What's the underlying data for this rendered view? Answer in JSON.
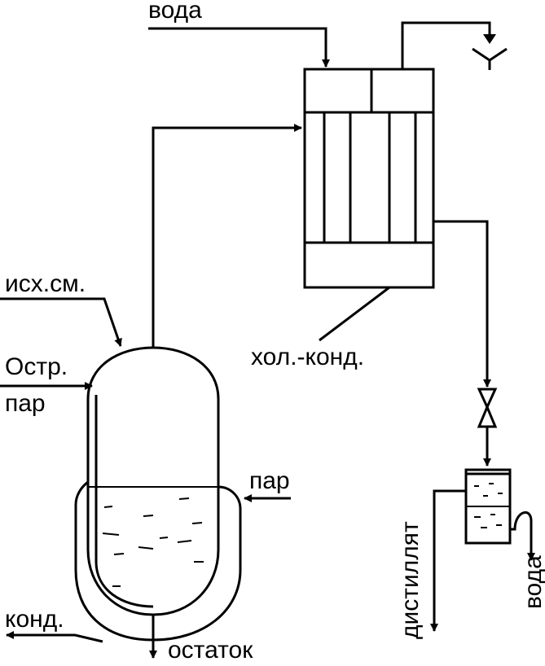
{
  "labels": {
    "water_in": "вода",
    "feed_mixture": "исх.см.",
    "live_steam_1": "Остр.",
    "live_steam_2": "пар",
    "jacket_steam": "пар",
    "condensate": "конд.",
    "residue": "остаток",
    "cooler_condenser": "хол.-конд.",
    "distillate": "дистиллят",
    "water_out": "вода"
  },
  "icons": {
    "drain": "drain-funnel-icon",
    "valve": "valve-icon"
  }
}
